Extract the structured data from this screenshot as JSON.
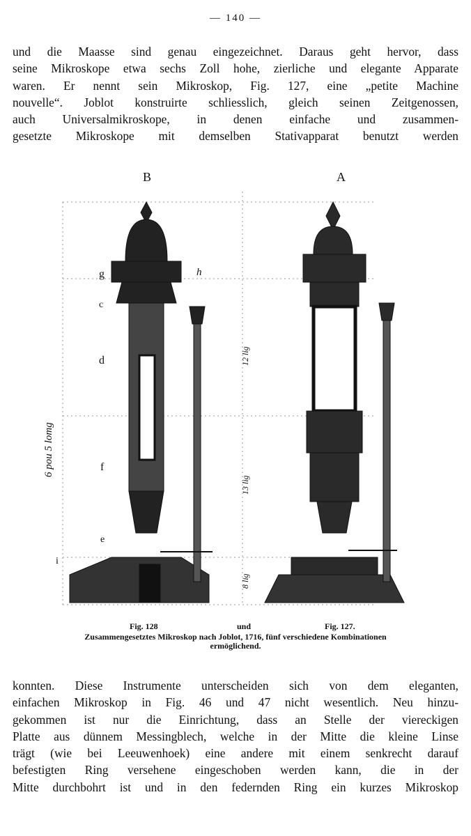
{
  "page_number": "— 140 —",
  "top_paragraph": [
    "und die Maasse sind genau eingezeichnet. Daraus geht hervor, dass",
    "seine Mikroskope etwa sechs Zoll hohe, zierliche und elegante Apparate",
    "waren. Er nennt sein Mikroskop, Fig. 127, eine „petite Machine",
    "nouvelle“. Joblot konstruirte schliesslich, gleich seinen Zeitgenossen,",
    "auch Universalmikroskope, in denen einfache und zusammen-",
    "gesetzte Mikroskope mit demselben Stativapparat benutzt werden"
  ],
  "figure": {
    "label_b": "B",
    "label_a": "A",
    "part_labels": {
      "g": "g",
      "h": "h",
      "c": "c",
      "d": "d",
      "f": "f",
      "e": "e",
      "i": "i"
    },
    "handwritten_scale_left": "6 pou 5 lomg",
    "handwritten_scale_mid_1": "12 lig",
    "handwritten_scale_mid_2": "13 lig",
    "handwritten_scale_mid_3": "8 lig",
    "fig_left": "Fig. 128",
    "fig_and": "und",
    "fig_right": "Fig. 127.",
    "caption_line1": "Zusammengesetztes Mikroskop nach Joblot, 1716, fünf verschiedene Kombinationen",
    "caption_line2": "ermöglichend."
  },
  "bottom_paragraph": [
    "konnten. Diese Instrumente unterscheiden sich von dem eleganten,",
    "einfachen Mikroskop in Fig. 46 und 47 nicht wesentlich. Neu hinzu-",
    "gekommen ist nur die Einrichtung, dass an Stelle der viereckigen",
    "Platte aus dünnem Messingblech, welche in der Mitte die kleine Linse",
    "trägt (wie bei Leeuwenhoek) eine andere mit einem senkrecht darauf",
    "befestigten Ring versehene eingeschoben werden kann, die in der",
    "Mitte durchbohrt ist und in den federnden Ring ein kurzes Mikroskop"
  ]
}
